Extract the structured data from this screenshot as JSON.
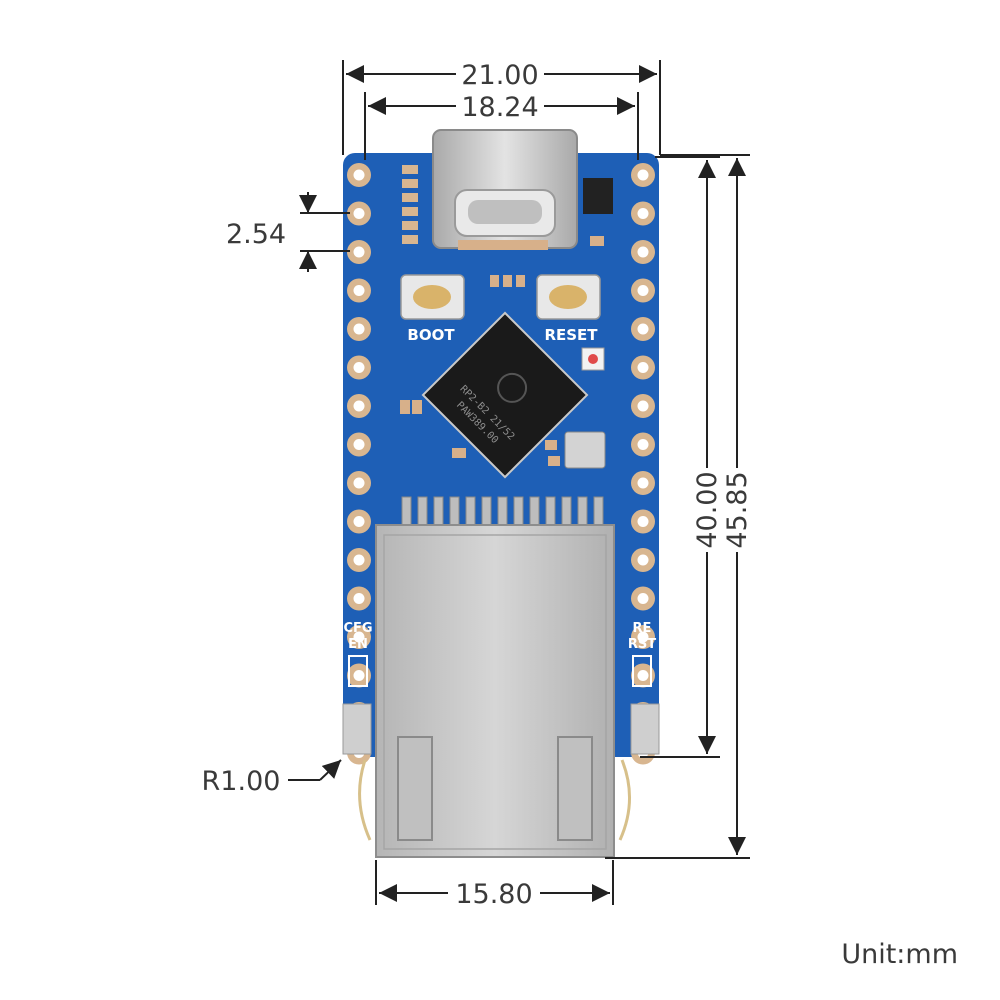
{
  "dimensions": {
    "board_width": "21.00",
    "pad_span": "18.24",
    "pin_pitch": "2.54",
    "hole_span_height": "40.00",
    "board_height": "45.85",
    "rj45_width": "15.80",
    "corner_radius": "R1.00"
  },
  "unit": "Unit:mm",
  "silkscreen": {
    "boot": "BOOT",
    "reset": "RESET",
    "cfg": "CFG",
    "en": "EN",
    "re": "RE",
    "rst": "RST"
  },
  "chip": {
    "line1": "RP2-B2  21/52",
    "line2": "PAW389.00"
  },
  "colors": {
    "board": "#1e5fb6",
    "pad": "#d8b690",
    "metal": "#c8c8c8",
    "dimension": "#222222"
  }
}
